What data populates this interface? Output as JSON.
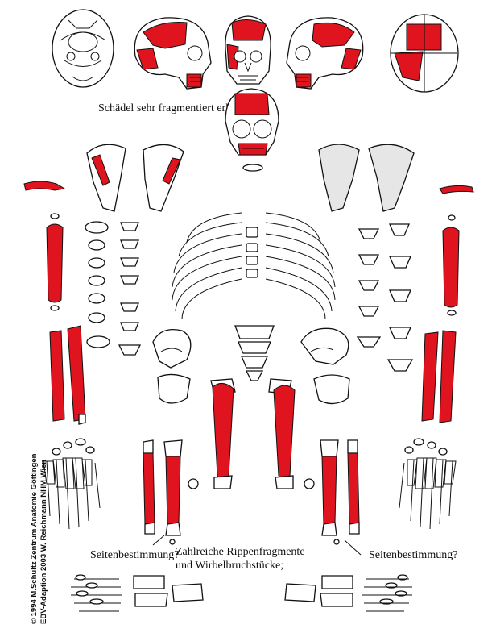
{
  "labels": {
    "skull_caption": "Schädel sehr fragmentiert erhalten",
    "side_left": "Seitenbestimmung?",
    "side_right": "Seitenbestimmung?",
    "ribs_line1": "Zahlreiche Rippenfragmente",
    "ribs_line2": "und Wirbelbruchstücke;"
  },
  "copyright": {
    "line1": "© 1994 M.Schultz Zentrum Anatomie Göttingen",
    "line2": "EBV-Adaption 2003 W. Reichmann NHM Wien"
  },
  "colors": {
    "preserved": "#e0141e",
    "missing_fill": "#e6e6e6",
    "outline": "#111111"
  }
}
